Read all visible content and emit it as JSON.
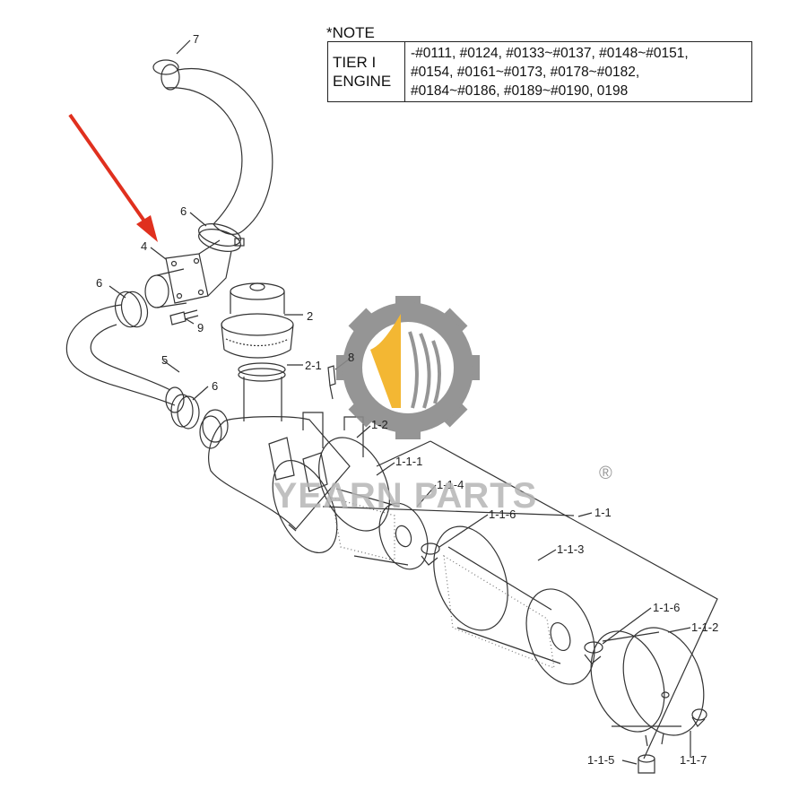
{
  "note": {
    "title": "*NOTE",
    "label_line1": "TIER I",
    "label_line2": "ENGINE",
    "serials": [
      "-#0111, #0124, #0133~#0137, #0148~#0151,",
      " #0154, #0161~#0173, #0178~#0182,",
      " #0184~#0186, #0189~#0190, 0198"
    ]
  },
  "watermark": {
    "brand": "YEARN PARTS",
    "registered": "®"
  },
  "callouts": {
    "c7": "7",
    "c6_top": "6",
    "c4": "4",
    "c6_left": "6",
    "c9": "9",
    "c2": "2",
    "c2_1": "2-1",
    "c5": "5",
    "c6_mid": "6",
    "c8": "8",
    "c1_2": "1-2",
    "c1_1_1": "1-1-1",
    "c1_1_4": "1-1-4",
    "c1_1_6a": "1-1-6",
    "c1_1": "1-1",
    "c1_1_3": "1-1-3",
    "c1_1_6b": "1-1-6",
    "c1_1_2": "1-1-2",
    "c1_1_5": "1-1-5",
    "c1_1_7": "1-1-7"
  },
  "colors": {
    "line": "#333333",
    "arrow": "#e0301e",
    "gear": "#8a8a8a",
    "logo_yellow": "#f2b01e",
    "watermark": "#b5b5b5"
  }
}
